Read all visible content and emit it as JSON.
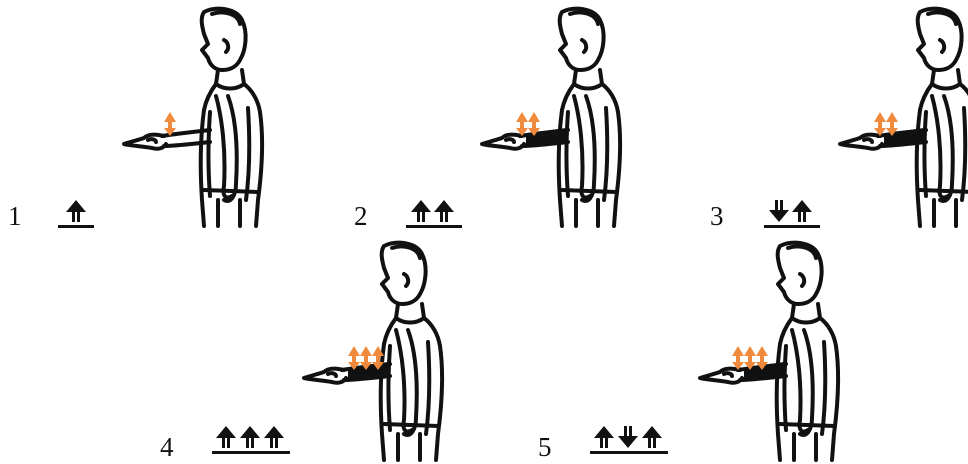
{
  "colors": {
    "ink": "#111111",
    "orange": "#f08a3c",
    "background": "#ffffff"
  },
  "panels": [
    {
      "number": "1",
      "notation": [
        "up"
      ]
    },
    {
      "number": "2",
      "notation": [
        "up",
        "up"
      ]
    },
    {
      "number": "3",
      "notation": [
        "down",
        "up"
      ]
    },
    {
      "number": "4",
      "notation": [
        "up",
        "up",
        "up"
      ]
    },
    {
      "number": "5",
      "notation": [
        "up",
        "down",
        "up"
      ]
    }
  ]
}
